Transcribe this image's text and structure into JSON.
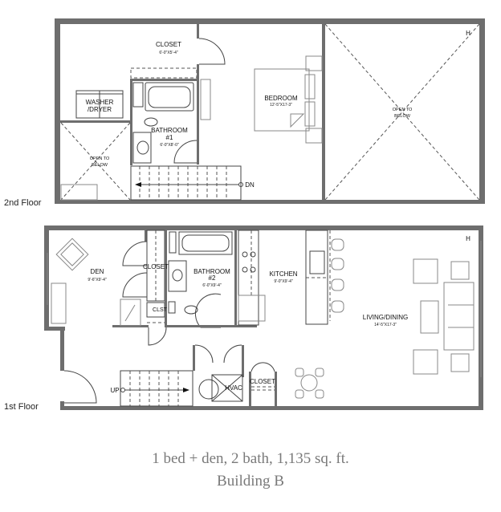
{
  "floors": {
    "second": {
      "label": "2nd Floor",
      "rooms": {
        "closet": {
          "name": "CLOSET",
          "dims": "6'-0\"X5'-4\""
        },
        "washer": {
          "name_line1": "WASHER",
          "name_line2": "/DRYER"
        },
        "open_left": {
          "line1": "OPEN TO",
          "line2": "BELOW"
        },
        "bathroom": {
          "name_line1": "BATHROOM",
          "name_line2": "#1",
          "dims": "6'-0\"X8'-0\""
        },
        "bedroom": {
          "name": "BEDROOM",
          "dims": "12'-5\"X17-3\""
        },
        "open_right": {
          "line1": "OPEN TO",
          "line2": "BELOW"
        }
      },
      "stair_label": "DN",
      "hose_mark": "H"
    },
    "first": {
      "label": "1st Floor",
      "rooms": {
        "den": {
          "name": "DEN",
          "dims": "9'-6\"X9'-4\""
        },
        "closet": {
          "name": "CLOSET"
        },
        "clst": {
          "name": "CLST"
        },
        "bathroom": {
          "name_line1": "BATHROOM",
          "name_line2": "#2",
          "dims": "6'-0\"X9'-4\""
        },
        "kitchen": {
          "name": "KITCHEN",
          "dims": "9'-0\"X9'-4\""
        },
        "living": {
          "name": "LIVING/DINING",
          "dims": "14'-5\"X17-3\""
        },
        "hvac": {
          "name": "HVAC"
        },
        "closet2": {
          "name": "CLOSET"
        }
      },
      "stair_label": "UP",
      "hose_mark": "H"
    }
  },
  "caption": {
    "line1": "1 bed + den, 2 bath, 1,135 sq. ft.",
    "line2": "Building B"
  }
}
